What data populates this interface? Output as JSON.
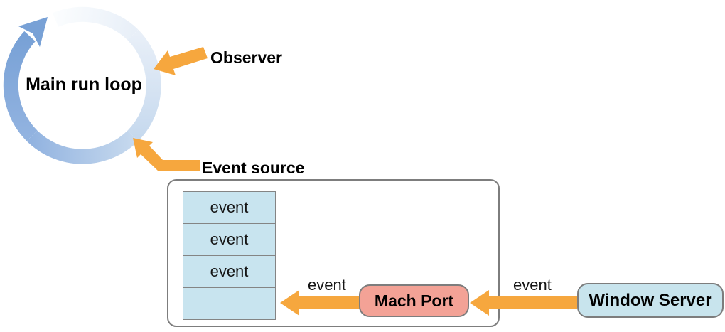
{
  "run_loop": {
    "label": "Main run loop"
  },
  "annotations": {
    "observer": "Observer",
    "event_source": "Event source"
  },
  "event_queue": {
    "cells": [
      "event",
      "event",
      "event",
      ""
    ]
  },
  "arrows": {
    "mach_to_queue_label": "event",
    "server_to_mach_label": "event"
  },
  "nodes": {
    "mach_port": "Mach Port",
    "window_server": "Window Server"
  },
  "colors": {
    "arrow_orange": "#F6A73E",
    "ring_blue": "#78A1D6",
    "queue_fill": "#C8E4EF",
    "mach_fill": "#F3A296",
    "server_fill": "#C8E4ED",
    "border_gray": "#7D7D7D"
  }
}
